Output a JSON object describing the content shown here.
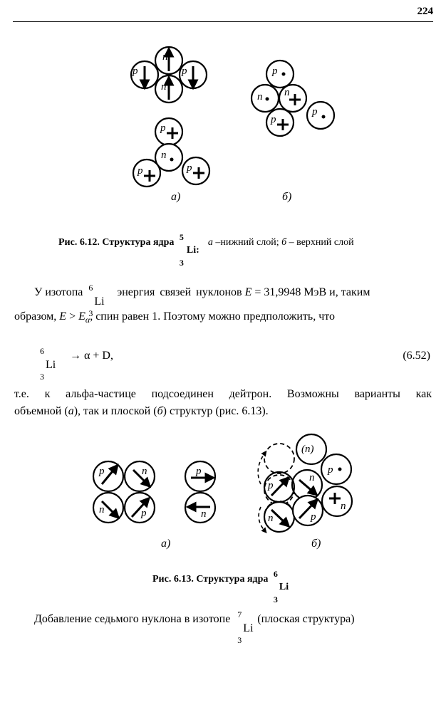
{
  "page_number": "224",
  "fig612": {
    "label_a": "а)",
    "label_b": "б)",
    "caption": {
      "prefix": "Рис. 6.12. Структура ядра",
      "iso_mass": "5",
      "iso_charge": "3",
      "iso_symbol": "Li:",
      "part_a": "а",
      "text_a": "–нижний слой;",
      "part_b": "б",
      "text_b": "– верхний слой"
    }
  },
  "para1": {
    "start": "У изотопа",
    "iso_mass": "6",
    "iso_charge": "3",
    "iso_symbol": "Li",
    "middle": "энергия связей нуклонов",
    "E_sym": "E",
    "E_val": "= 31,9948 МэВ и, таким",
    "line2_start": "образом,",
    "E_sym2": "E",
    "gt": ">",
    "Ea": "E",
    "Ea_sub": "α",
    "line2_end": ", спин равен 1. Поэтому можно предположить, что"
  },
  "equation": {
    "iso_mass": "6",
    "iso_charge": "3",
    "iso_symbol": "Li",
    "rhs": "→ α + D,",
    "number": "(6.52)"
  },
  "para2": {
    "line1": "т.е. к альфа-частице подсоединен дейтрон. Возможны варианты как",
    "line2_a": "объемной (",
    "a": "а",
    "line2_b": "), так и плоской (",
    "b": "б",
    "line2_c": ") структур (рис. 6.13)."
  },
  "fig613": {
    "label_a": "а)",
    "label_b": "б)",
    "caption": {
      "prefix": "Рис. 6.13. Структура ядра",
      "iso_mass": "6",
      "iso_charge": "3",
      "iso_symbol": "Li"
    }
  },
  "para3": {
    "start": "Добавление седьмого нуклона в изотопе",
    "iso_mass": "7",
    "iso_charge": "3",
    "iso_symbol": "Li",
    "end": "(плоская структура)"
  },
  "nucleons": {
    "p": "p",
    "n": "n",
    "n_paren": "(n)"
  }
}
